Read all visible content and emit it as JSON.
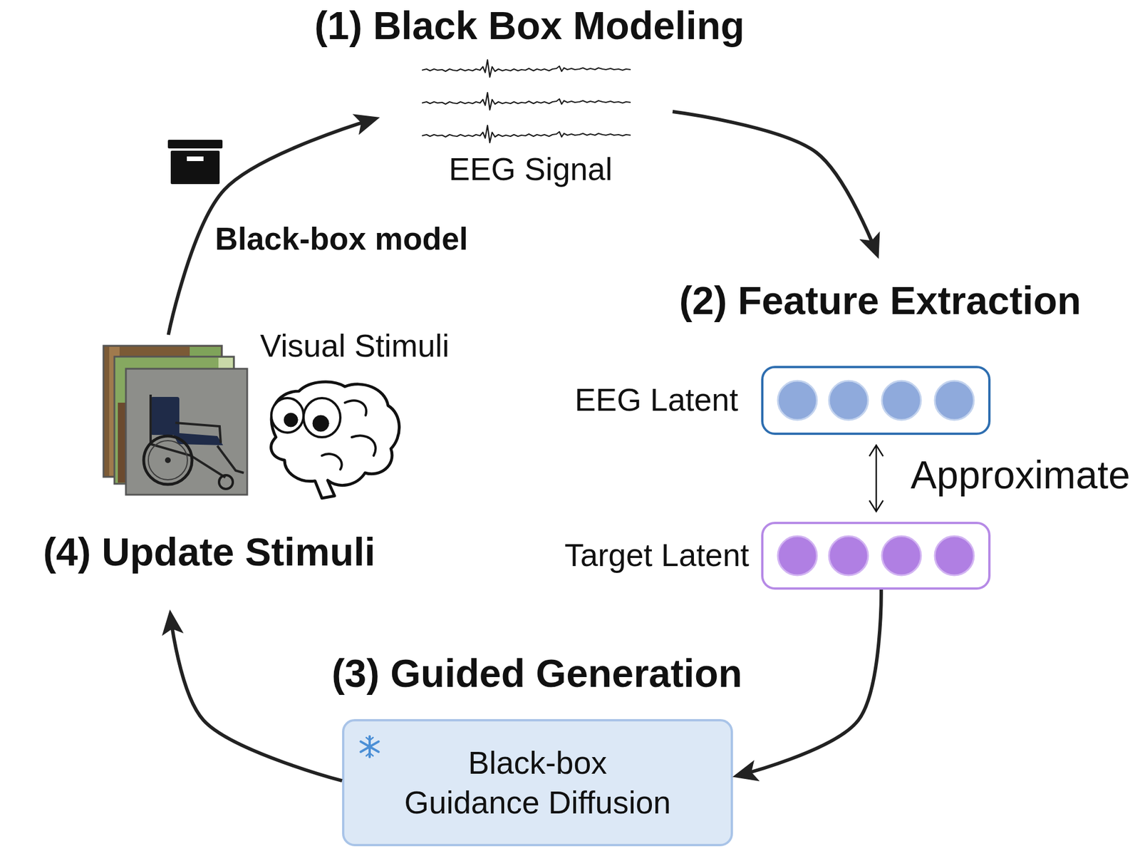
{
  "diagram": {
    "nodes": [
      {
        "text": [
          "EEG Signal"
        ]
      },
      {
        "text": [
          "EEG Latent"
        ]
      },
      {
        "text": [
          "Target Latent"
        ]
      },
      {
        "text": [
          "Black-box Guidance Diffusion"
        ]
      },
      {
        "text": [
          "Visual Stimuli"
        ]
      }
    ],
    "edges": [
      {
        "from": 0,
        "to": 1,
        "arrow": "to"
      },
      {
        "from": 1,
        "to": 2,
        "label": "Approximate",
        "arrow": "both"
      },
      {
        "from": 2,
        "to": 3,
        "arrow": "to"
      },
      {
        "from": 3,
        "to": 4,
        "arrow": "to"
      },
      {
        "from": 4,
        "to": 0,
        "label": "Black-box model",
        "arrow": "to"
      }
    ],
    "labels": [
      "(1) Black Box Modeling",
      "(2) Feature Extraction",
      "(3) Guided Generation",
      "(4) Update Stimuli"
    ]
  }
}
